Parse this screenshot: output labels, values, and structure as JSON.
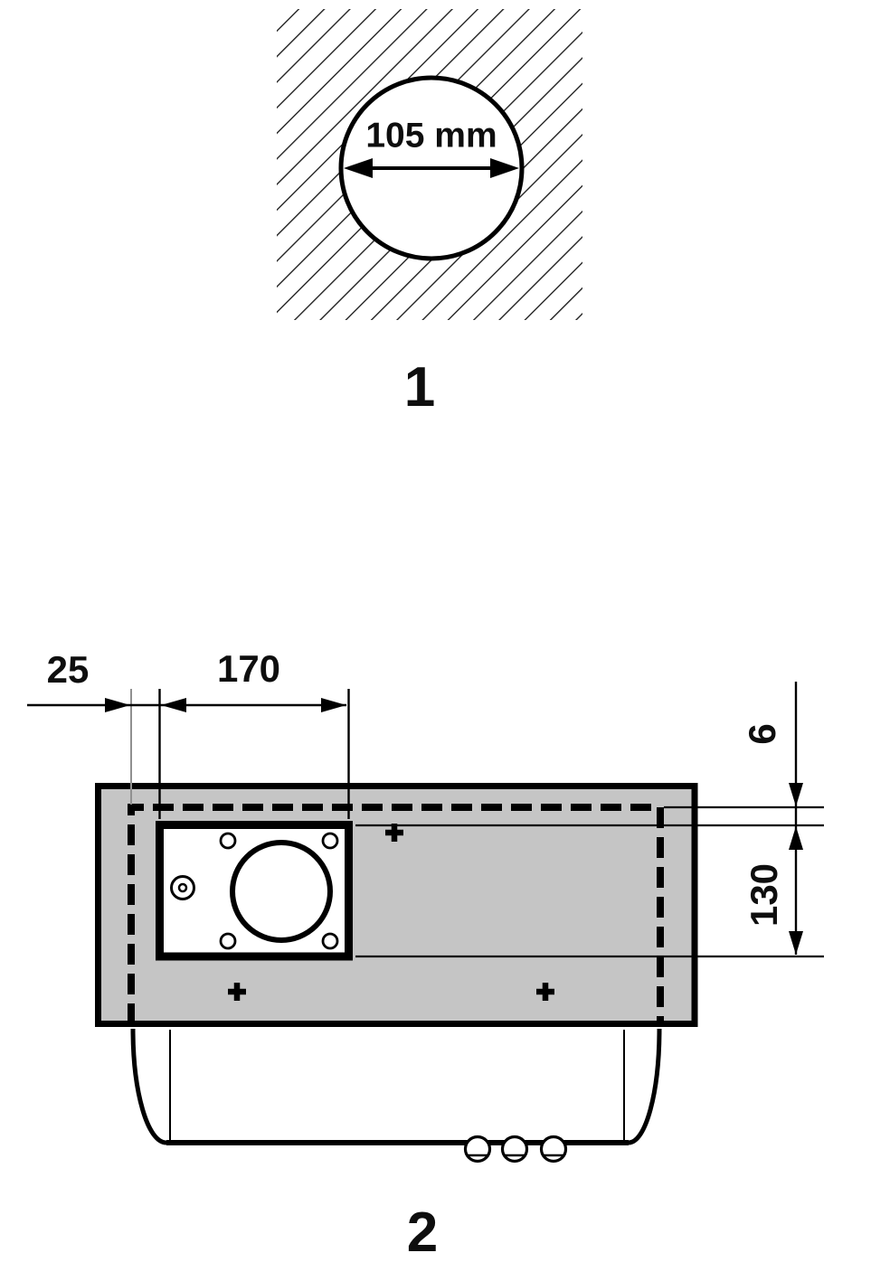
{
  "figures": {
    "fig1": {
      "label": "1",
      "diameter_label": "105 mm"
    },
    "fig2": {
      "label": "2",
      "dim_left_offset": "25",
      "dim_cutout_width": "170",
      "dim_top_gap": "6",
      "dim_cutout_height": "130"
    }
  },
  "colors": {
    "panel_gray": "#c5c5c5",
    "ink": "#0e0e0e"
  }
}
